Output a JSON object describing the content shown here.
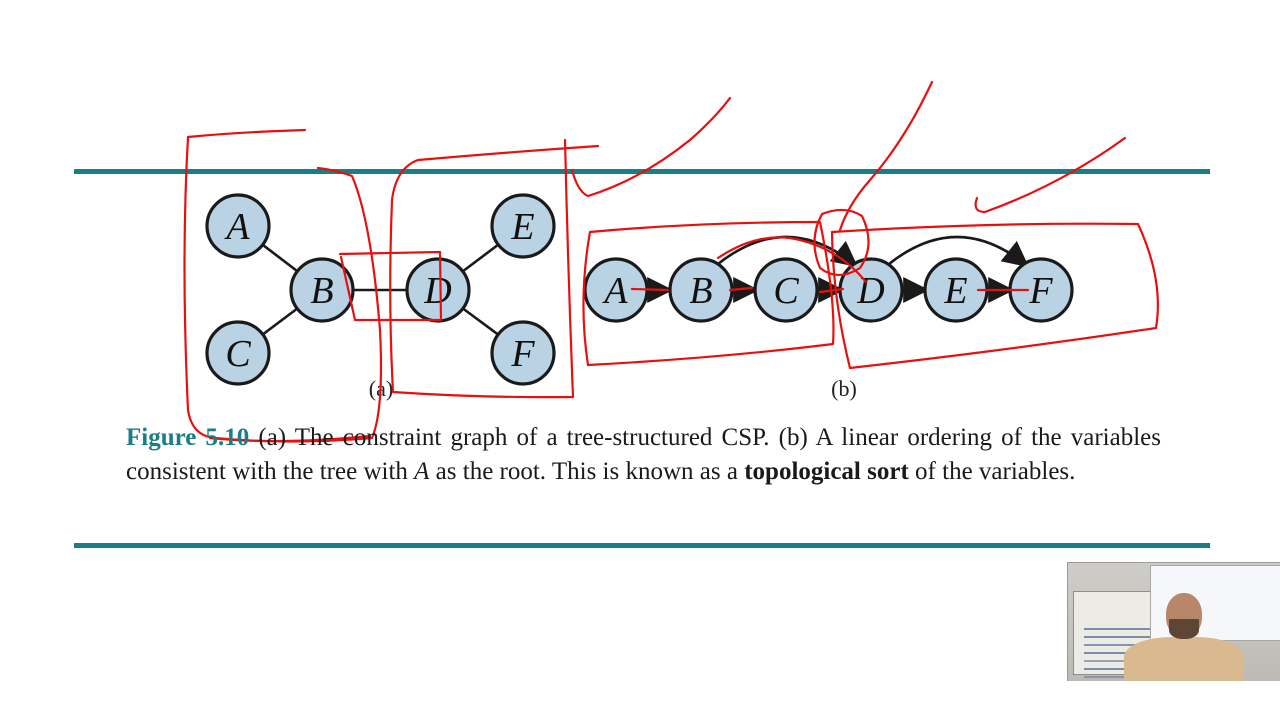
{
  "slide": {
    "accent_color": "#1b7e86",
    "annotation_color": "#e8100f",
    "node_fill": "#b9d3e4"
  },
  "figure_a": {
    "sub_label": "(a)",
    "nodes": [
      "A",
      "B",
      "C",
      "D",
      "E",
      "F"
    ]
  },
  "figure_b": {
    "sub_label": "(b)",
    "nodes": [
      "A",
      "B",
      "C",
      "D",
      "E",
      "F"
    ]
  },
  "caption": {
    "fig_number": "Figure 5.10",
    "text_1": "(a) The constraint graph of a tree-structured CSP. (b) A linear ordering of the variables consistent with the tree with ",
    "italic_var": "A",
    "text_2": " as the root. This is known as a ",
    "bold_term": "topological sort",
    "text_3": " of the variables."
  },
  "webcam": {
    "icon": "presenter-webcam-video"
  }
}
